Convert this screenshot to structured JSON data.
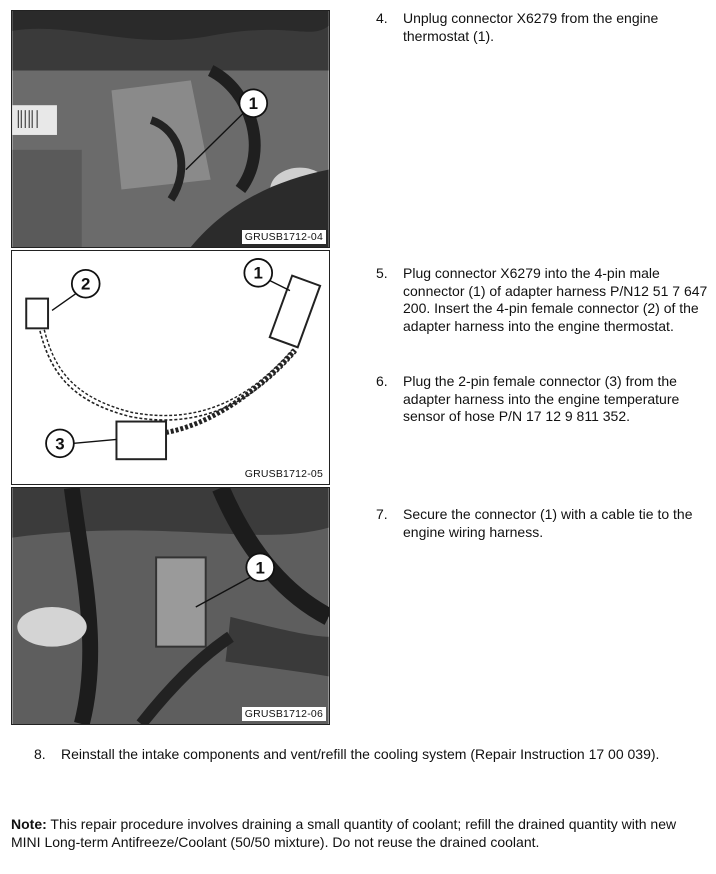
{
  "figures": [
    {
      "code": "GRUSB1712-04",
      "callouts": [
        "1"
      ]
    },
    {
      "code": "GRUSB1712-05",
      "callouts": [
        "1",
        "2",
        "3"
      ]
    },
    {
      "code": "GRUSB1712-06",
      "callouts": [
        "1"
      ]
    }
  ],
  "steps": [
    {
      "num": "4.",
      "text": "Unplug connector X6279 from the engine thermostat (1)."
    },
    {
      "num": "5.",
      "text": "Plug connector X6279 into the 4-pin male connector (1) of adapter harness P/N12 51 7 647 200.  Insert the 4-pin female connector (2) of the adapter harness into the engine thermostat."
    },
    {
      "num": "6.",
      "text": "Plug the 2-pin female connector (3) from the adapter harness into the engine temperature sensor of hose P/N 17 12 9 811 352."
    },
    {
      "num": "7.",
      "text": "Secure the connector (1) with a cable tie to the engine wiring harness."
    },
    {
      "num": "8.",
      "text": "Reinstall the intake components and vent/refill the cooling system (Repair Instruction 17 00 039)."
    }
  ],
  "note": {
    "label": "Note:",
    "text": " This repair procedure involves draining a small quantity of coolant; refill the drained quantity with new MINI Long-term Antifreeze/Coolant (50/50 mixture).  Do not reuse the drained coolant."
  }
}
